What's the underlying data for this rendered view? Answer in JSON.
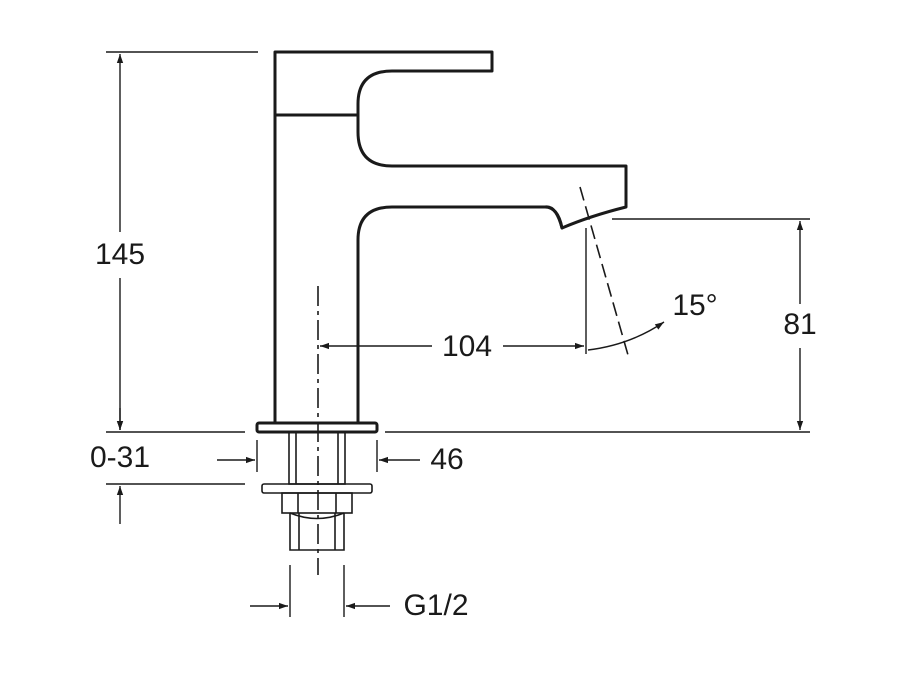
{
  "colors": {
    "outline": "#1a1a1a",
    "background": "#ffffff"
  },
  "dimensions": {
    "height_total": "145",
    "spout_height": "81",
    "spout_reach": "104",
    "spout_angle": "15°",
    "deck_thickness": "0-31",
    "base_diameter": "46",
    "thread": "G1/2"
  }
}
